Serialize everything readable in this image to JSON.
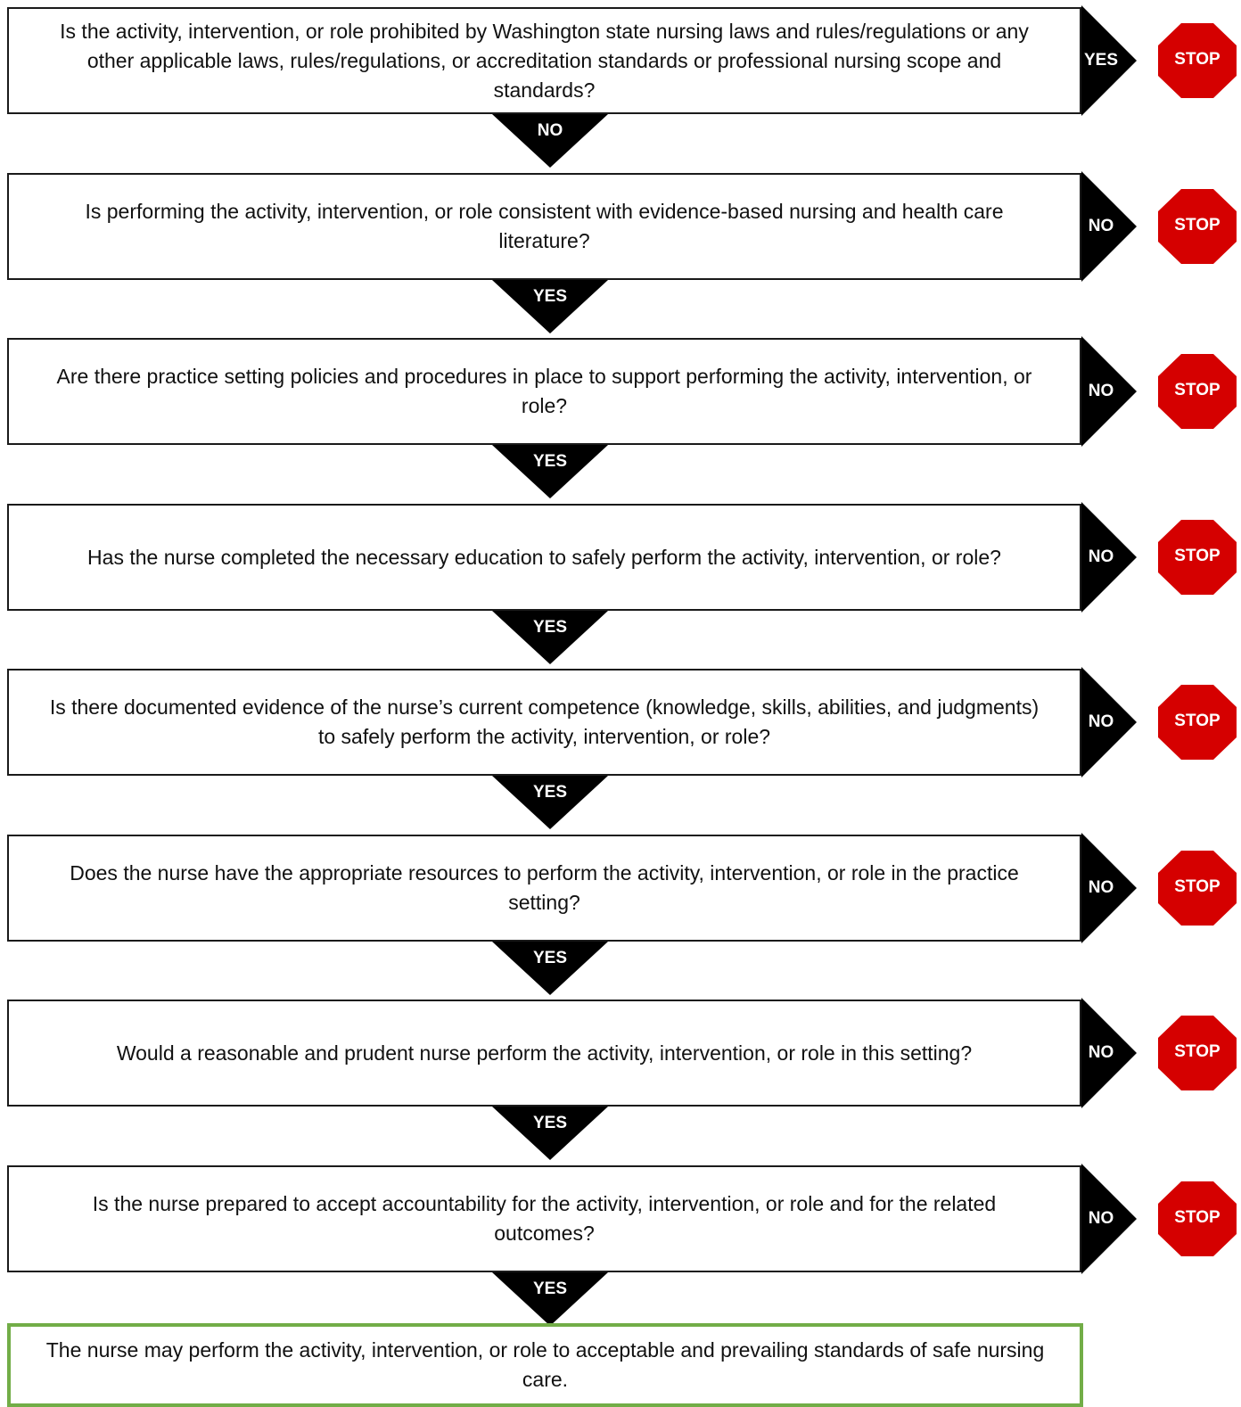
{
  "colors": {
    "box_border": "#1a1a1a",
    "arrow_fill": "#000000",
    "stop_fill": "#d50000",
    "final_border": "#72ad47",
    "label_text": "#ffffff"
  },
  "icons": {
    "side": "arrow-right-icon",
    "down": "arrow-down-icon",
    "stop": "stop-sign-icon"
  },
  "steps": [
    {
      "question": "Is the activity, intervention, or role prohibited by Washington state nursing laws and rules/regulations or any other applicable laws, rules/regulations, or accreditation standards or professional nursing scope and standards?",
      "stop_branch_label": "YES",
      "continue_label": "NO",
      "stop_label": "STOP"
    },
    {
      "question": "Is performing the activity, intervention, or role consistent with evidence-based nursing and health care literature?",
      "stop_branch_label": "NO",
      "continue_label": "YES",
      "stop_label": "STOP"
    },
    {
      "question": "Are there practice setting policies and procedures in place to support performing the activity, intervention, or role?",
      "stop_branch_label": "NO",
      "continue_label": "YES",
      "stop_label": "STOP"
    },
    {
      "question": "Has the nurse completed the necessary education to safely perform the activity, intervention, or role?",
      "stop_branch_label": "NO",
      "continue_label": "YES",
      "stop_label": "STOP"
    },
    {
      "question": "Is there documented evidence of the nurse’s current competence (knowledge, skills, abilities, and judgments) to safely perform the activity, intervention, or role?",
      "stop_branch_label": "NO",
      "continue_label": "YES",
      "stop_label": "STOP"
    },
    {
      "question": "Does the nurse have the appropriate resources to perform the activity, intervention, or role in the practice setting?",
      "stop_branch_label": "NO",
      "continue_label": "YES",
      "stop_label": "STOP"
    },
    {
      "question": "Would a reasonable and prudent nurse perform the activity, intervention, or role in this setting?",
      "stop_branch_label": "NO",
      "continue_label": "YES",
      "stop_label": "STOP"
    },
    {
      "question": "Is the nurse prepared to accept accountability for the activity, intervention, or role and for the related outcomes?",
      "stop_branch_label": "NO",
      "continue_label": "YES",
      "stop_label": "STOP"
    }
  ],
  "outcome": "The nurse may perform the activity, intervention, or role to acceptable and prevailing standards of safe nursing care."
}
